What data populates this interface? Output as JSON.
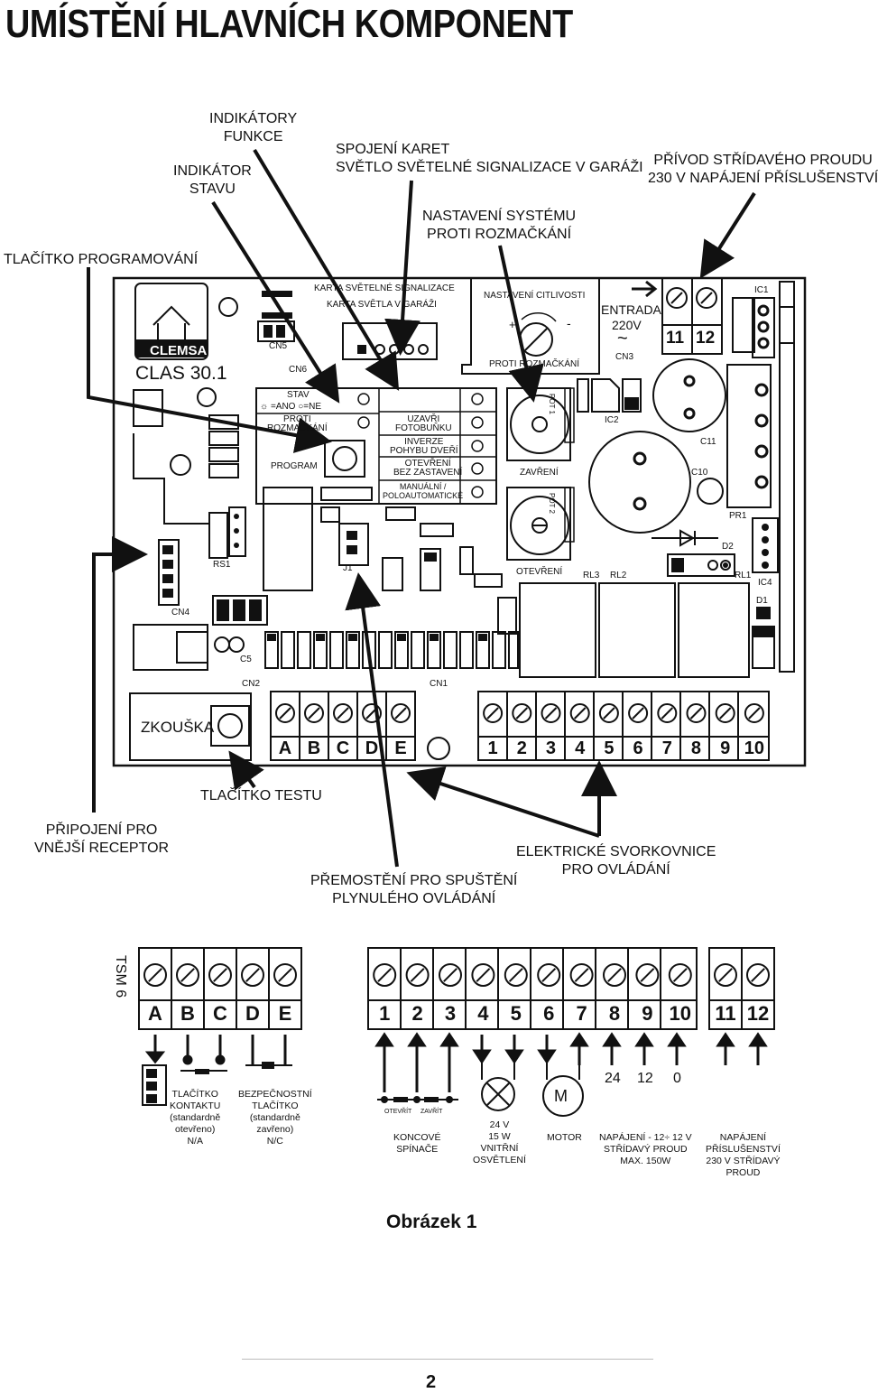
{
  "title": "UMÍSTĚNÍ HLAVNÍCH KOMPONENT",
  "callouts": {
    "indikatory_funkce": [
      "INDIKÁTORY",
      "FUNKCE"
    ],
    "indikator_stavu": [
      "INDIKÁTOR",
      "STAVU"
    ],
    "spojeni_karet": [
      "SPOJENÍ KARET",
      "SVĚTLO SVĚTELNÉ SIGNALIZACE V GARÁŽI"
    ],
    "prívod": [
      "PŘÍVOD STŘÍDAVÉHO PROUDU",
      "230 V NAPÁJENÍ PŘÍSLUŠENSTVÍ"
    ],
    "nastaveni_systemu": [
      "NASTAVENÍ SYSTÉMU",
      "PROTI ROZMAČKÁNÍ"
    ],
    "tlacitko_programovani": "TLAČÍTKO PROGRAMOVÁNÍ",
    "tlacitko_testu": "TLAČÍTKO TESTU",
    "pripojeni_receptor": [
      "PŘIPOJENÍ PRO",
      "VNĚJŠÍ RECEPTOR"
    ],
    "svorkovnice": [
      "ELEKTRICKÉ SVORKOVNICE",
      "PRO OVLÁDÁNÍ"
    ],
    "premosteni": [
      "PŘEMOSTĚNÍ PRO SPUŠTĚNÍ",
      "PLYNULÉHO OVLÁDÁNÍ"
    ]
  },
  "board": {
    "brand": "CLEMSA",
    "model": "CLAS 30.1",
    "karta_svetelne": "KARTA SVĚTELNÉ SIGNALIZACE",
    "karta_svetla": "KARTA SVĚTLA V GARÁŽI",
    "nastaveni_citlivosti": "NASTAVENÍ CITLIVOSTI",
    "proti_rozmackani": "PROTI ROZMAČKÁNÍ",
    "entrada": "ENTRADA",
    "v220": "220V",
    "tilde": "~",
    "plus": "+",
    "minus": "-",
    "stav": "STAV",
    "ano": "=ANO",
    "ne": "=NE",
    "proti": "PROTI",
    "rozmackani": "ROZMAČKÁNÍ",
    "program": "PROGRAM",
    "uzavri": "UZAVŘI",
    "fotobunku": "FOTOBUŇKU",
    "inverze": "INVERZE",
    "pohybu": "POHYBU DVEŘÍ",
    "otevreni_bez": "OTEVŘENÍ",
    "bez_zastaveni": "BEZ ZASTAVENÍ",
    "manualni": "MANUÁLNÍ /",
    "poloautomaticke": "POLOAUTOMATICKÉ",
    "zavreni": "ZAVŘENÍ",
    "otevreni": "OTEVŘENÍ",
    "zkouska": "ZKOUŠKA",
    "labels": [
      "CN5",
      "CN6",
      "CN3",
      "CN4",
      "CN2",
      "CN1",
      "C5",
      "RS1",
      "J1",
      "IC1",
      "IC2",
      "IC4",
      "C11",
      "C10",
      "PR1",
      "D2",
      "D1",
      "RL1",
      "RL2",
      "RL3",
      "POT 1",
      "POT 2"
    ],
    "cn3_terms": [
      "11",
      "12"
    ],
    "terms_abc": [
      "A",
      "B",
      "C",
      "D",
      "E"
    ],
    "terms_num": [
      "1",
      "2",
      "3",
      "4",
      "5",
      "6",
      "7",
      "8",
      "9",
      "10"
    ]
  },
  "bottom": {
    "tsm": "TSM 6",
    "terms_abc": [
      "A",
      "B",
      "C",
      "D",
      "E"
    ],
    "terms_num": [
      "1",
      "2",
      "3",
      "4",
      "5",
      "6",
      "7",
      "8",
      "9",
      "10"
    ],
    "terms_ac": [
      "11",
      "12"
    ],
    "volt_24": "24",
    "volt_12": "12",
    "volt_0": "0",
    "motor_m": "M",
    "otevrit": "OTEVŘÍT",
    "zavrit": "ZAVŘÍT",
    "l_tlacitko": [
      "TLAČÍTKO",
      "KONTAKTU",
      "(standardně",
      "otevřeno)",
      "N/A"
    ],
    "l_bezpecnostni": [
      "BEZPEČNOSTNÍ",
      "TLAČÍTKO",
      "(standardně",
      "zavřeno)",
      "N/C"
    ],
    "l_koncove": [
      "KONCOVÉ",
      "SPÍNAČE"
    ],
    "l_osvetleni": [
      "24 V",
      "15 W",
      "VNITŘNÍ",
      "OSVĚTLENÍ"
    ],
    "l_motor": "MOTOR",
    "l_napajeni": [
      "NAPÁJENÍ - 12÷ 12 V",
      "STŘÍDAVÝ PROUD",
      "MAX. 150W"
    ],
    "l_prislusenstvi": [
      "NAPÁJENÍ",
      "PŘÍSLUŠENSTVÍ",
      "230 V STŘÍDAVÝ",
      "PROUD"
    ]
  },
  "caption": "Obrázek 1",
  "page_number": "2"
}
